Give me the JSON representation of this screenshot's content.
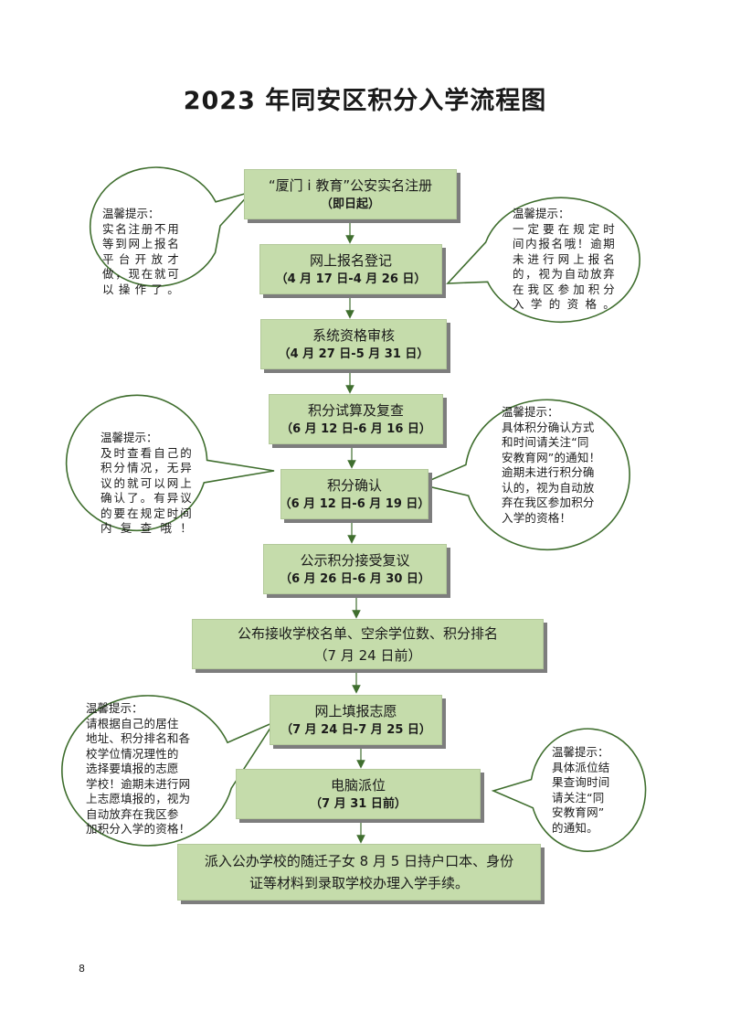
{
  "title": "2023 年同安区积分入学流程图",
  "steps": [
    {
      "line1": "“厦门 i 教育”公安实名注册",
      "line2": "（即日起）"
    },
    {
      "line1": "网上报名登记",
      "line2": "（4 月 17 日-4 月 26 日）"
    },
    {
      "line1": "系统资格审核",
      "line2": "（4 月 27 日-5 月 31 日）"
    },
    {
      "line1": "积分试算及复查",
      "line2": "（6 月 12 日-6 月 16 日）"
    },
    {
      "line1": "积分确认",
      "line2": "（6 月 12 日-6 月 19 日）"
    },
    {
      "line1": "公示积分接受复议",
      "line2": "（6 月 26 日-6 月 30 日）"
    },
    {
      "line1": "公布接收学校名单、空余学位数、积分排名",
      "line2": "（7 月 24 日前）"
    },
    {
      "line1": "网上填报志愿",
      "line2": "（7 月 24 日-7 月 25 日）"
    },
    {
      "line1": "电脑派位",
      "line2": "（7 月 31 日前）"
    },
    {
      "line1": "派入公办学校的随迁子女 8 月 5 日持户口本、身份",
      "line2": "证等材料到录取学校办理入学手续。"
    }
  ],
  "tips": [
    {
      "heading": "温馨提示：",
      "lines": [
        "实名注册不用",
        "等到网上报名",
        "平 台 开 放 才",
        "做，现在就可",
        "以操作了。"
      ]
    },
    {
      "heading": "温馨提示：",
      "lines": [
        "一定要在规定时",
        "间内报名哦！逾期",
        "未进行网上报名",
        "的，视为自动放弃",
        "在我区参加积分",
        "入学的资格。"
      ]
    },
    {
      "heading": "温馨提示：",
      "lines": [
        "及时查看自己的",
        "积分情况，无异",
        "议的就可以网上",
        "确认了。有异议",
        "的要在规定时间",
        "内复查哦！"
      ]
    },
    {
      "heading": "温馨提示：",
      "lines": [
        "具体积分确认方式",
        "和时间请关注“同",
        "安教育网”的通知！",
        "逾期未进行积分确",
        "认的，视为自动放",
        "弃在我区参加积分",
        "入学的资格！"
      ]
    },
    {
      "heading": "温馨提示：",
      "lines": [
        "请根据自己的居住",
        "地址、积分排名和各",
        "校学位情况理性的",
        "选择要填报的志愿",
        "学校！逾期未进行网",
        "上志愿填报的，视为",
        "自动放弃在我区参",
        "加积分入学的资格！"
      ]
    },
    {
      "heading": "温馨提示：",
      "lines": [
        "具体派位结",
        "果查询时间",
        "请关注“同",
        "安教育网”",
        "的通知。"
      ]
    }
  ],
  "page_number": "8",
  "colors": {
    "box_fill": "#c5dcab",
    "shadow": "#7d7d7d",
    "line": "#3f6e2e"
  }
}
